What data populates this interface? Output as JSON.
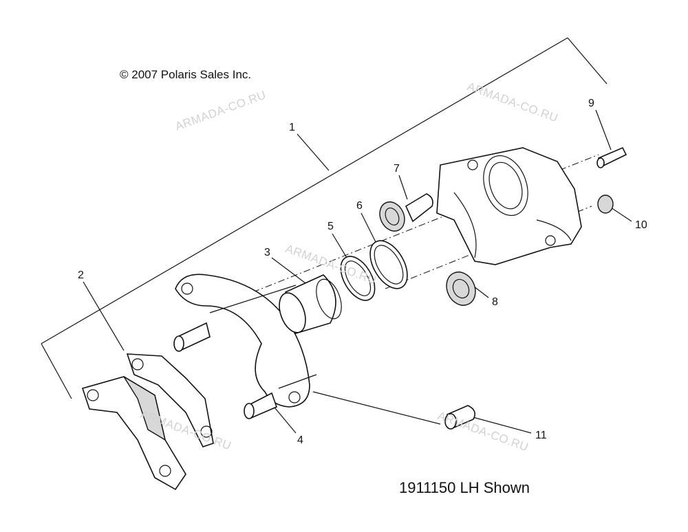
{
  "copyright": "© 2007 Polaris Sales Inc.",
  "caption": "1911150 LH Shown",
  "watermark": "ARMADA-CO.RU",
  "callouts": [
    "1",
    "2",
    "3",
    "4",
    "5",
    "6",
    "7",
    "8",
    "9",
    "10",
    "11"
  ]
}
